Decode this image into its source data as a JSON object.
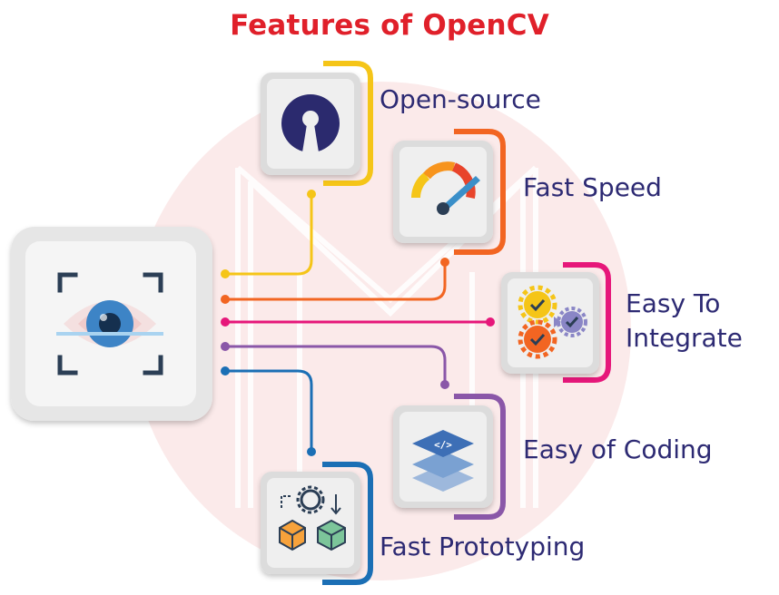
{
  "title": "Features of OpenCV",
  "colors": {
    "title": "#e0202a",
    "label": "#2d2a73",
    "open_source": "#f5c518",
    "fast_speed": "#f26522",
    "easy_integrate": "#e6177a",
    "easy_coding": "#8a57a8",
    "fast_prototyping": "#1b6fb5"
  },
  "central_icon": "eye-scan-icon",
  "features": [
    {
      "label": "Open-source",
      "icon": "open-source-icon"
    },
    {
      "label": "Fast Speed",
      "icon": "speedometer-icon"
    },
    {
      "label_line1": "Easy To",
      "label_line2": "Integrate",
      "icon": "gears-integrate-icon"
    },
    {
      "label": "Easy of Coding",
      "icon": "code-layers-icon"
    },
    {
      "label": "Fast Prototyping",
      "icon": "prototyping-icon"
    }
  ]
}
